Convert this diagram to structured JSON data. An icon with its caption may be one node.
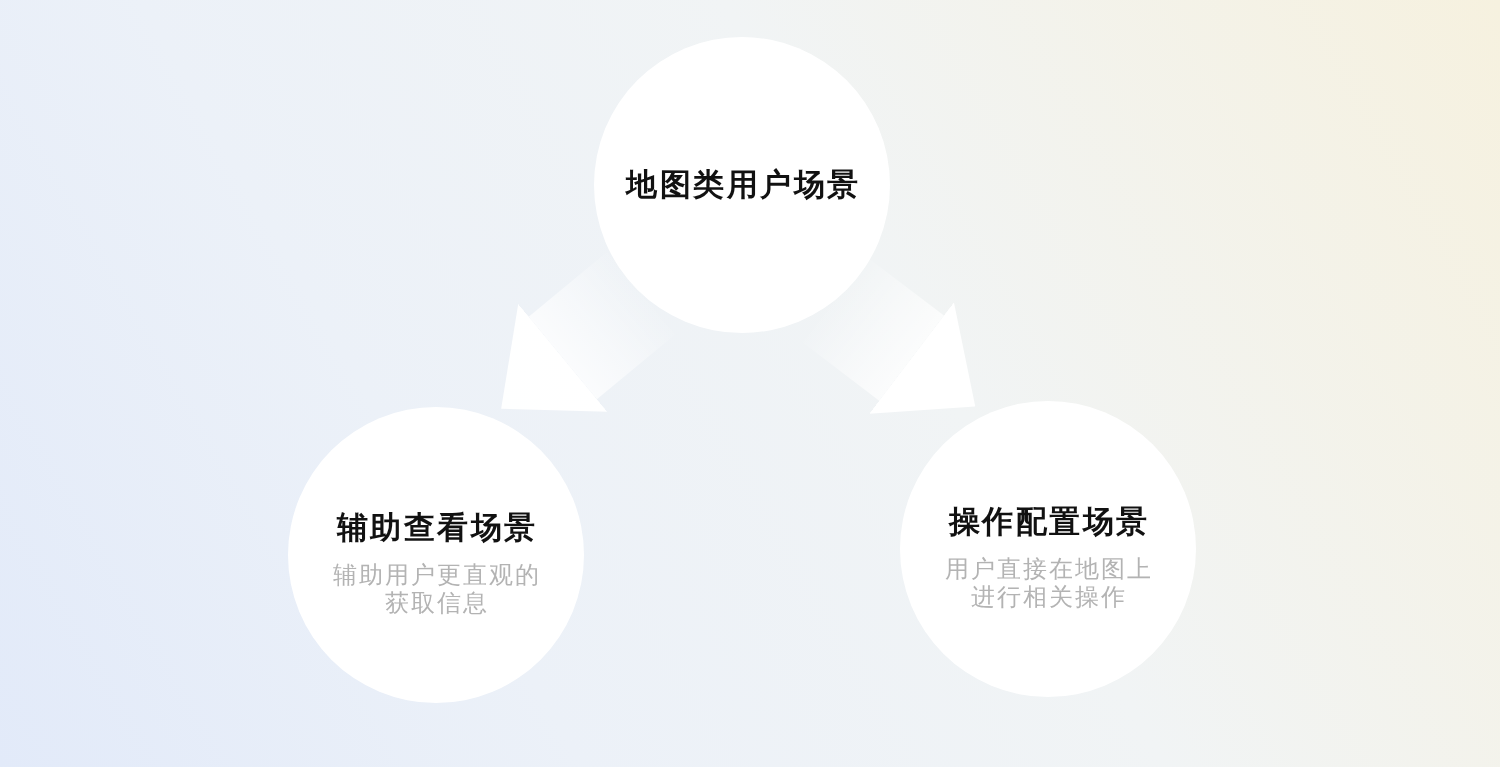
{
  "diagram": {
    "nodes": [
      {
        "text": [
          "地图类用户场景"
        ]
      },
      {
        "text": [
          "辅助查看场景",
          "辅助用户更直观的获取信息"
        ]
      },
      {
        "text": [
          "操作配置场景",
          "用户直接在地图上进行相关操作"
        ]
      }
    ],
    "edges": [
      {
        "from": 0,
        "to": 1,
        "arrow": "to"
      },
      {
        "from": 0,
        "to": 2,
        "arrow": "to"
      }
    ]
  }
}
